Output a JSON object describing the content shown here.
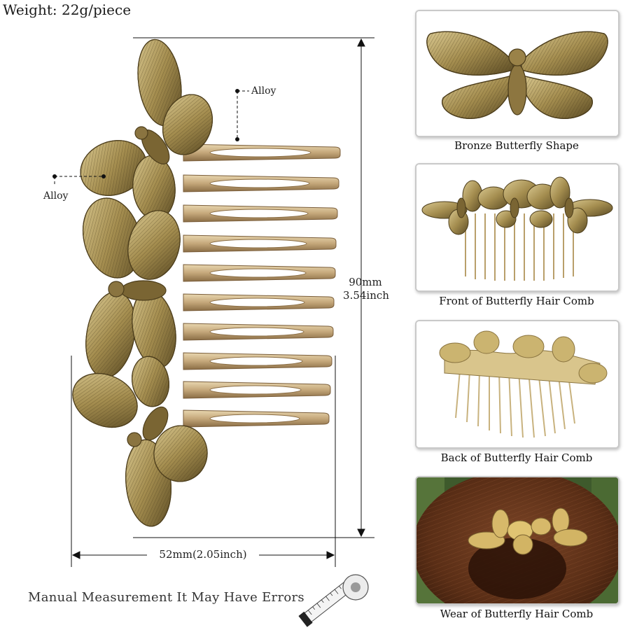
{
  "header": {
    "weight": "Weight: 22g/piece"
  },
  "dimensions": {
    "height_mm": "90mm",
    "height_inch": "3.54inch",
    "width": "52mm(2.05inch)"
  },
  "material_labels": [
    "Alloy",
    "Alloy"
  ],
  "note": "Manual Measurement  It May Have Errors",
  "thumbnails": [
    {
      "caption": "Bronze Butterfly Shape"
    },
    {
      "caption": "Front of Butterfly Hair Comb"
    },
    {
      "caption": "Back of Butterfly Hair Comb"
    },
    {
      "caption": "Wear of Butterfly Hair Comb"
    }
  ],
  "colors": {
    "bronze": "#a08a4e",
    "bronze_dark": "#5e4e26",
    "bronze_light": "#d6c48a",
    "hair": "#6a3a1e",
    "line": "#111111"
  }
}
